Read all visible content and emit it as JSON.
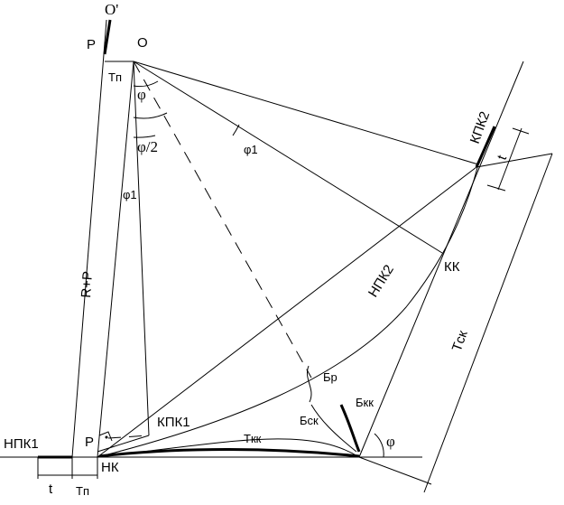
{
  "diagram": {
    "labels": {
      "o_prime": "O'",
      "o": "O",
      "p_top": "P",
      "p_bottom": "P",
      "t_p_top": "Tп",
      "phi_top": "φ",
      "phi_half": "φ/2",
      "phi1_left": "φ1",
      "phi1_right": "φ1",
      "r_plus_p": "R+P",
      "npk1": "НПК1",
      "nk": "НК",
      "t_left": "t",
      "t_p_bottom": "Tп",
      "kpk1": "КПК1",
      "npk2": "НПК2",
      "kk": "КК",
      "kpk2": "КПК2",
      "t_right": "t",
      "t_sk": "Tск",
      "t_kk": "Tкк",
      "b_r": "Бр",
      "b_kk": "Бкк",
      "b_sk": "Бск",
      "phi_bottom": "φ"
    }
  }
}
